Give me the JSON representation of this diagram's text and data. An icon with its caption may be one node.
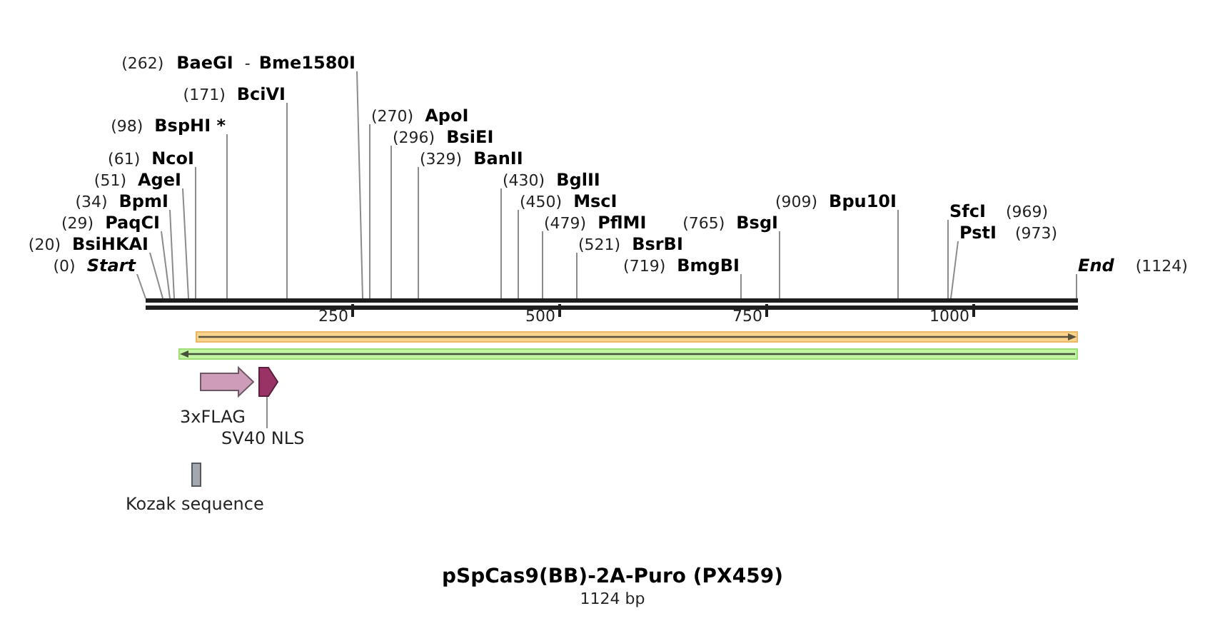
{
  "diagram": {
    "title": "pSpCas9(BB)-2A-Puro (PX459)",
    "caption": "1124 bp",
    "nodes": [
      {
        "text": [
          "(262)",
          "BaeGI",
          "-",
          "Bme1580I"
        ]
      },
      {
        "text": [
          "(171)",
          "BciVI"
        ]
      },
      {
        "text": [
          "(98)",
          "BspHI *"
        ]
      },
      {
        "text": [
          "(61)",
          "NcoI"
        ]
      },
      {
        "text": [
          "(430)",
          "BglII"
        ]
      },
      {
        "text": [
          "(51)",
          "AgeI"
        ]
      },
      {
        "text": [
          "(34)",
          "BpmI"
        ]
      },
      {
        "text": [
          "(329)",
          "BanII"
        ]
      },
      {
        "text": [
          "(521)",
          "BsrBI"
        ]
      },
      {
        "text": [
          "(909)",
          "Bpu10I"
        ]
      },
      {
        "text": [
          "SfcI",
          "(969)"
        ]
      },
      {
        "text": [
          "(29)",
          "PaqCI"
        ]
      },
      {
        "text": [
          "(296)",
          "BsiEI"
        ]
      },
      {
        "text": [
          "(479)",
          "PflMI"
        ]
      },
      {
        "text": [
          "(765)",
          "BsgI"
        ]
      },
      {
        "text": [
          "PstI",
          "(973)"
        ]
      },
      {
        "text": [
          "(20)",
          "BsiHKAI"
        ]
      },
      {
        "text": [
          "(0)",
          "Start"
        ]
      },
      {
        "text": [
          "(270)",
          "ApoI"
        ]
      },
      {
        "text": [
          "(450)",
          "MscI"
        ]
      },
      {
        "text": [
          "(719)",
          "BmgBI"
        ]
      },
      {
        "text": [
          "End",
          "(1124)"
        ]
      },
      {
        "text": [],
        "shape": "bar"
      },
      {
        "text": [],
        "shape": "bar"
      },
      {
        "text": [],
        "shape": "bar"
      },
      {
        "text": [
          "3xFLAG"
        ]
      },
      {
        "text": [],
        "shape": "arrow"
      },
      {
        "text": [
          "SV40 NLS"
        ]
      },
      {
        "text": [
          "Kozak sequence"
        ]
      }
    ],
    "edges": [
      {
        "from": 0,
        "to": 22,
        "arrow": "none"
      },
      {
        "from": 1,
        "to": 22,
        "arrow": "none"
      },
      {
        "from": 2,
        "to": 22,
        "arrow": "none"
      },
      {
        "from": 3,
        "to": 22,
        "arrow": "none"
      },
      {
        "from": 4,
        "to": 22,
        "arrow": "none"
      },
      {
        "from": 5,
        "to": 22,
        "arrow": "none"
      },
      {
        "from": 6,
        "to": 22,
        "arrow": "none"
      },
      {
        "from": 7,
        "to": 22,
        "arrow": "none"
      },
      {
        "from": 8,
        "to": 22,
        "arrow": "none"
      },
      {
        "from": 9,
        "to": 22,
        "arrow": "none"
      },
      {
        "from": 10,
        "to": 22,
        "arrow": "none"
      },
      {
        "from": 11,
        "to": 22,
        "arrow": "none"
      },
      {
        "from": 12,
        "to": 22,
        "arrow": "none"
      },
      {
        "from": 13,
        "to": 22,
        "arrow": "none"
      },
      {
        "from": 14,
        "to": 22,
        "arrow": "none"
      },
      {
        "from": 15,
        "to": 22,
        "arrow": "none"
      },
      {
        "from": 16,
        "to": 22,
        "arrow": "none"
      },
      {
        "from": 17,
        "to": 22,
        "arrow": "none"
      },
      {
        "from": 18,
        "to": 22,
        "arrow": "none"
      },
      {
        "from": 19,
        "to": 22,
        "arrow": "none"
      },
      {
        "from": 20,
        "to": 22,
        "arrow": "none"
      },
      {
        "from": 21,
        "to": 22,
        "arrow": "none"
      },
      {
        "from": 27,
        "to": 26,
        "arrow": "none"
      }
    ],
    "labels": [
      "250",
      "500",
      "750",
      "1000"
    ]
  }
}
